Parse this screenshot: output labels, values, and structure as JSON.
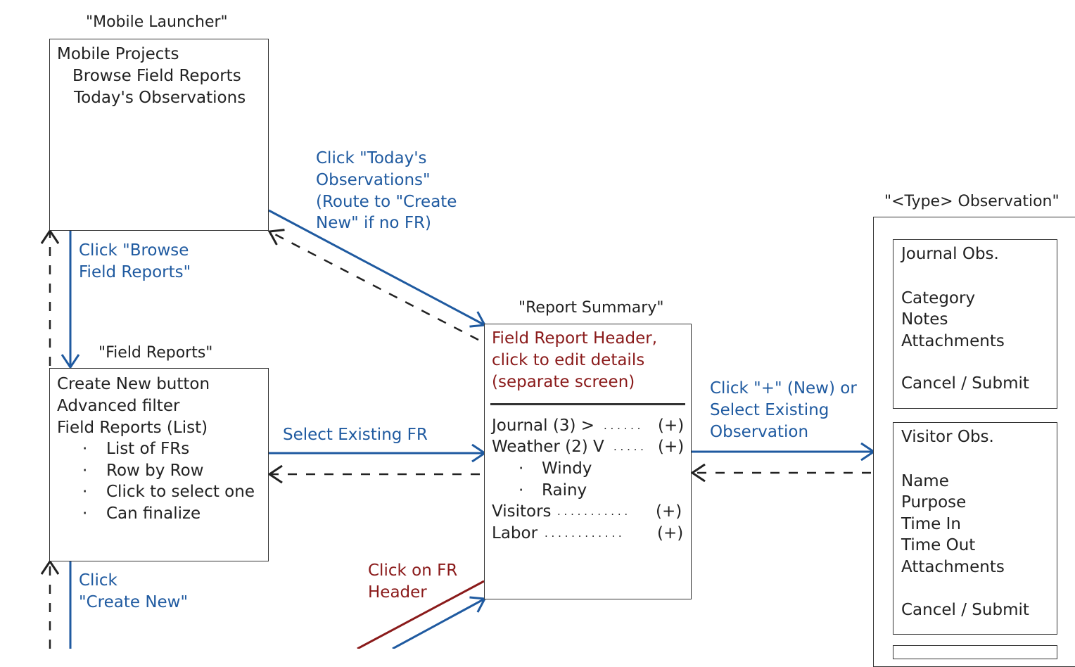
{
  "colors": {
    "nav_blue": "#1f5aa0",
    "edit_red": "#8a1a1a",
    "return_dash": "#222222",
    "box_border": "#333333"
  },
  "launcher": {
    "title": "\"Mobile Launcher\"",
    "lines": [
      "Mobile Projects",
      "Browse Field Reports",
      "Today's Observations"
    ]
  },
  "field_reports": {
    "title": "\"Field Reports\"",
    "lines": [
      "Create New button",
      "Advanced filter",
      "Field Reports (List)"
    ],
    "bullets": [
      "List of FRs",
      "Row by Row",
      "Click to select one",
      "Can finalize"
    ]
  },
  "report_summary": {
    "title": "\"Report Summary\"",
    "header_lines": [
      "Field Report Header,",
      "click to edit details",
      "(separate screen)"
    ],
    "rows": [
      {
        "label": "Journal (3) >",
        "dots": ". . . . . .",
        "action": "(+)"
      },
      {
        "label": "Weather (2) V",
        "dots": ". . . . .",
        "action": "(+)"
      },
      {
        "label": "Visitors",
        "dots": ". . . . . . . . . . .",
        "action": "(+)"
      },
      {
        "label": "Labor",
        "dots": ". . . . . . . . . . . .",
        "action": "(+)"
      }
    ],
    "weather_items": [
      "Windy",
      "Rainy"
    ],
    "bullet_glyph": "·"
  },
  "observation": {
    "title": "\"<Type> Observation\"",
    "journal": {
      "title": "Journal Obs.",
      "fields": [
        "Category",
        "Notes",
        "Attachments"
      ],
      "footer": "Cancel / Submit"
    },
    "visitor": {
      "title": "Visitor Obs.",
      "fields": [
        "Name",
        "Purpose",
        "Time In",
        "Time Out",
        "Attachments"
      ],
      "footer": "Cancel / Submit"
    }
  },
  "edges": {
    "todays_obs": [
      "Click \"Today's",
      "Observations\"",
      "(Route to \"Create",
      "New\" if no FR)"
    ],
    "browse": [
      "Click \"Browse",
      "Field Reports\""
    ],
    "select_fr": "Select Existing FR",
    "new_obs": [
      "Click \"+\" (New) or",
      "Select Existing",
      "Observation"
    ],
    "create_new": [
      "Click",
      "\"Create New\""
    ],
    "fr_header": [
      "Click on FR",
      "Header"
    ]
  }
}
